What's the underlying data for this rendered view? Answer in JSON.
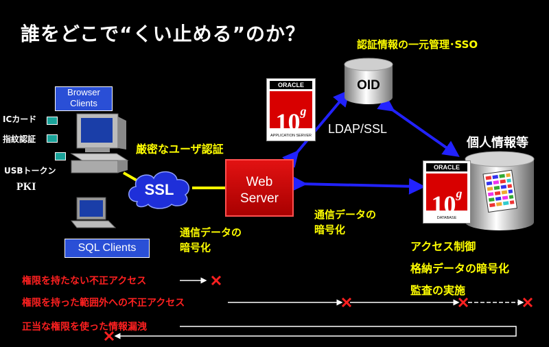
{
  "title": "誰をどこで“くい止める”のか？",
  "oid": {
    "caption": "認証情報の一元管理･SSO",
    "label": "OID",
    "link_label": "LDAP/SSL"
  },
  "app_server": {
    "brand": "ORACLE",
    "version": "10",
    "version_g": "g",
    "sub": "APPLICATION SERVER"
  },
  "database": {
    "brand": "ORACLE",
    "version": "10",
    "version_g": "g",
    "sub": "DATABASE",
    "heading": "個人情報等",
    "features": [
      "アクセス制御",
      "格納データの暗号化",
      "監査の実施"
    ]
  },
  "clients": {
    "browser": [
      "Browser",
      "Clients"
    ],
    "sql": "SQL Clients",
    "auth_methods": [
      "ICカード",
      "指紋認証",
      "USBトークン"
    ],
    "pki": "PKI"
  },
  "ssl_label": "SSL",
  "strict_auth": "厳密なユーザ認証",
  "web_server": [
    "Web",
    "Server"
  ],
  "encryption_left": [
    "通信データの",
    "暗号化"
  ],
  "encryption_right": [
    "通信データの",
    "暗号化"
  ],
  "threats": [
    "権限を持たない不正アクセス",
    "権限を持った範囲外への不正アクセス",
    "正当な権限を使った情報漏洩"
  ],
  "colors": {
    "accent_yellow": "#ffff00",
    "link_blue": "#2222ff",
    "threat_red": "#ff2020",
    "web_server_red": "#cc0000"
  }
}
